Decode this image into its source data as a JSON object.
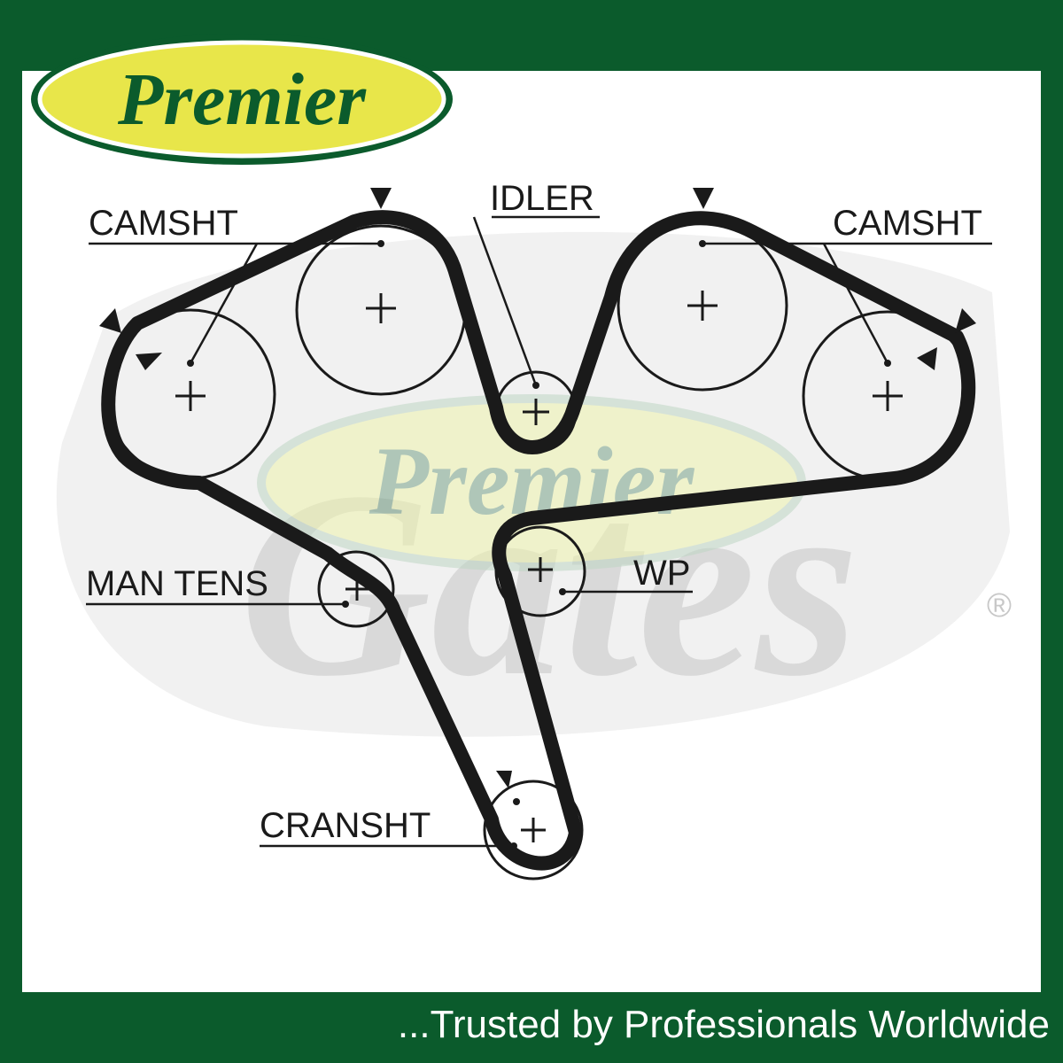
{
  "brand": {
    "logo_text": "Premier",
    "watermark_text": "Premier",
    "gates_watermark": "Gates",
    "registered_mark": "®",
    "colors": {
      "green": "#0b5b2c",
      "yellow": "#e8e64a",
      "white": "#ffffff"
    }
  },
  "diagram": {
    "labels": {
      "camshaft_left": "CAMSHT",
      "idler": "IDLER",
      "camshaft_right": "CAMSHT",
      "manual_tensioner": "MAN TENS",
      "water_pump": "WP",
      "crankshaft": "CRANSHT"
    }
  },
  "footer": {
    "tagline": "...Trusted by Professionals Worldwide"
  }
}
